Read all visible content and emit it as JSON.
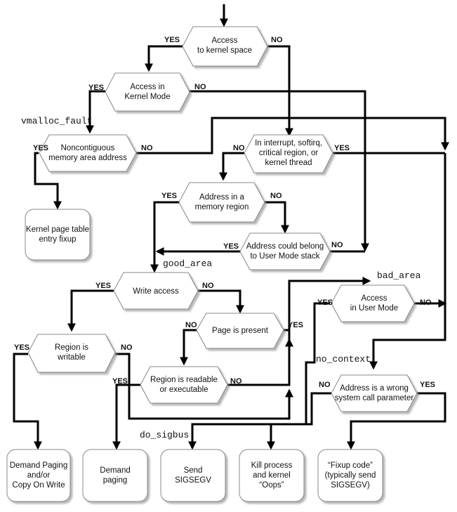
{
  "diagram": {
    "title": "Page fault handler flow",
    "decisions": [
      {
        "id": "kernel_space",
        "lines": [
          "Access",
          "to kernel space"
        ]
      },
      {
        "id": "kernel_mode",
        "lines": [
          "Access in",
          "Kernel Mode"
        ]
      },
      {
        "id": "noncontiguous",
        "lines": [
          "Noncontiguous",
          "memory area address"
        ]
      },
      {
        "id": "interrupt",
        "lines": [
          "In interrupt, softirq,",
          "critical region, or",
          "kernel thread"
        ]
      },
      {
        "id": "memory_region",
        "lines": [
          "Address in a",
          "memory region"
        ]
      },
      {
        "id": "user_stack",
        "lines": [
          "Address could belong",
          "to User Mode stack"
        ]
      },
      {
        "id": "write_access",
        "lines": [
          "Write access"
        ]
      },
      {
        "id": "page_present",
        "lines": [
          "Page is present"
        ]
      },
      {
        "id": "region_writable",
        "lines": [
          "Region is",
          "writable"
        ]
      },
      {
        "id": "region_readable",
        "lines": [
          "Region is readable",
          "or executable"
        ]
      },
      {
        "id": "user_mode",
        "lines": [
          "Access",
          "in User Mode"
        ]
      },
      {
        "id": "wrong_param",
        "lines": [
          "Address is a wrong",
          "system call parameter"
        ]
      }
    ],
    "outcomes": [
      {
        "id": "kernel_fixup",
        "lines": [
          "Kernel page table",
          "entry fixup"
        ]
      },
      {
        "id": "demand_cow",
        "lines": [
          "Demand Paging",
          "and/or",
          "Copy On Write"
        ]
      },
      {
        "id": "demand_paging",
        "lines": [
          "Demand",
          "paging"
        ]
      },
      {
        "id": "send_sigsegv",
        "lines": [
          "Send",
          "SIGSEGV"
        ]
      },
      {
        "id": "kill_oops",
        "lines": [
          "Kill process",
          "and kernel",
          "“Oops”"
        ]
      },
      {
        "id": "fixup_code",
        "lines": [
          "“Fixup code”",
          "(typically send",
          "SIGSEGV)"
        ]
      }
    ],
    "code_labels": {
      "vmalloc_fault": "vmalloc_fault",
      "good_area": "good_area",
      "bad_area": "bad_area",
      "no_context": "no_context",
      "do_sigbus": "do_sigbus"
    },
    "branch_labels": {
      "yes": "YES",
      "no": "NO"
    }
  }
}
